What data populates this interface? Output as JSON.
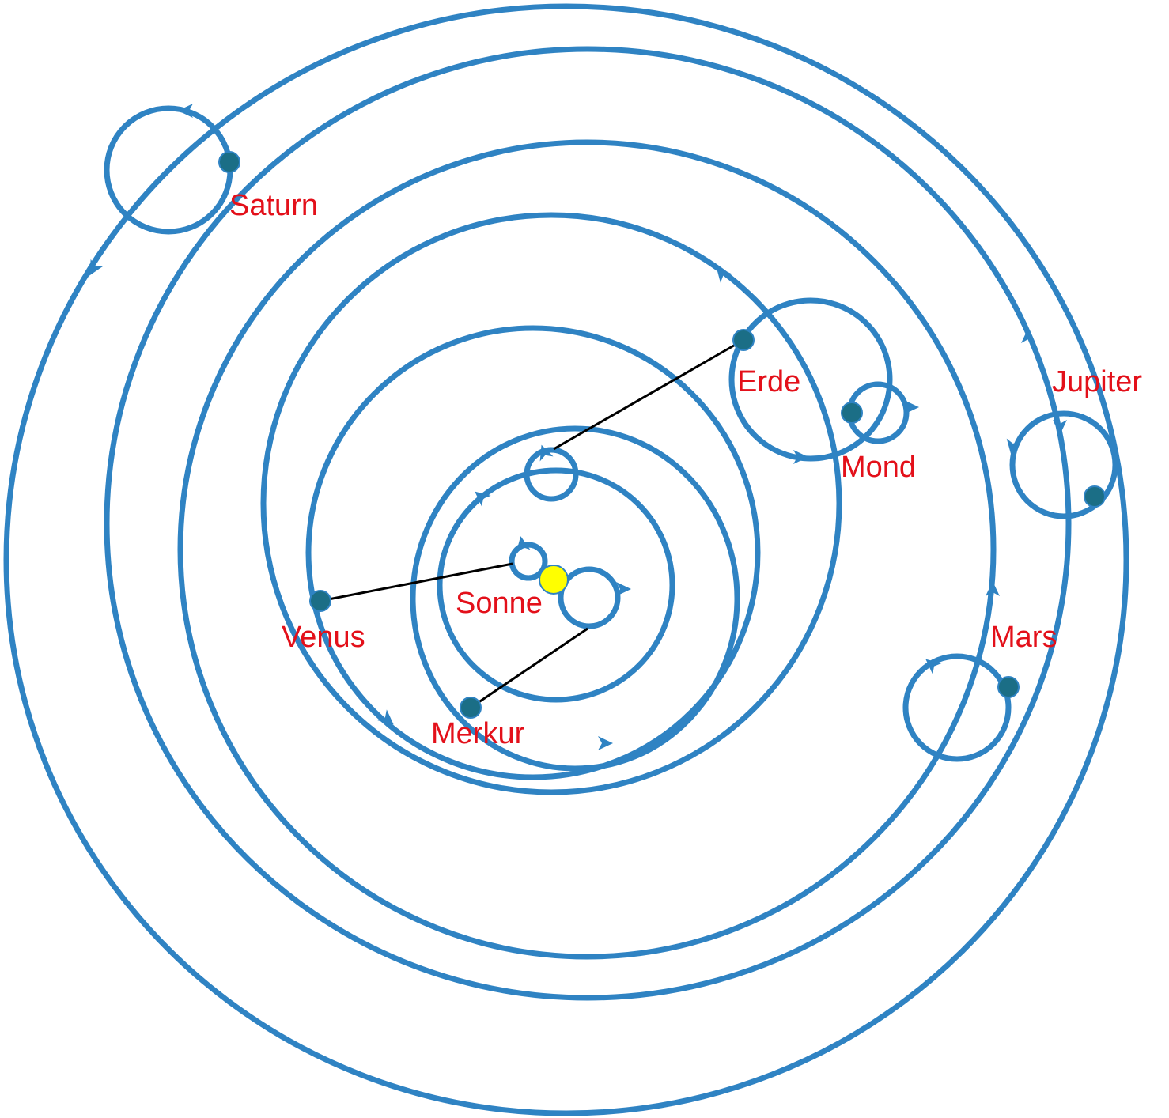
{
  "labels": {
    "saturn": "Saturn",
    "erde": "Erde",
    "mond": "Mond",
    "jupiter": "Jupiter",
    "mars": "Mars",
    "sonne": "Sonne",
    "venus": "Venus",
    "merkur": "Merkur"
  },
  "colors": {
    "orbit": "#2f83c3",
    "label": "#e3101a",
    "planet": "#1b6e86",
    "sun": "#ffff00"
  }
}
